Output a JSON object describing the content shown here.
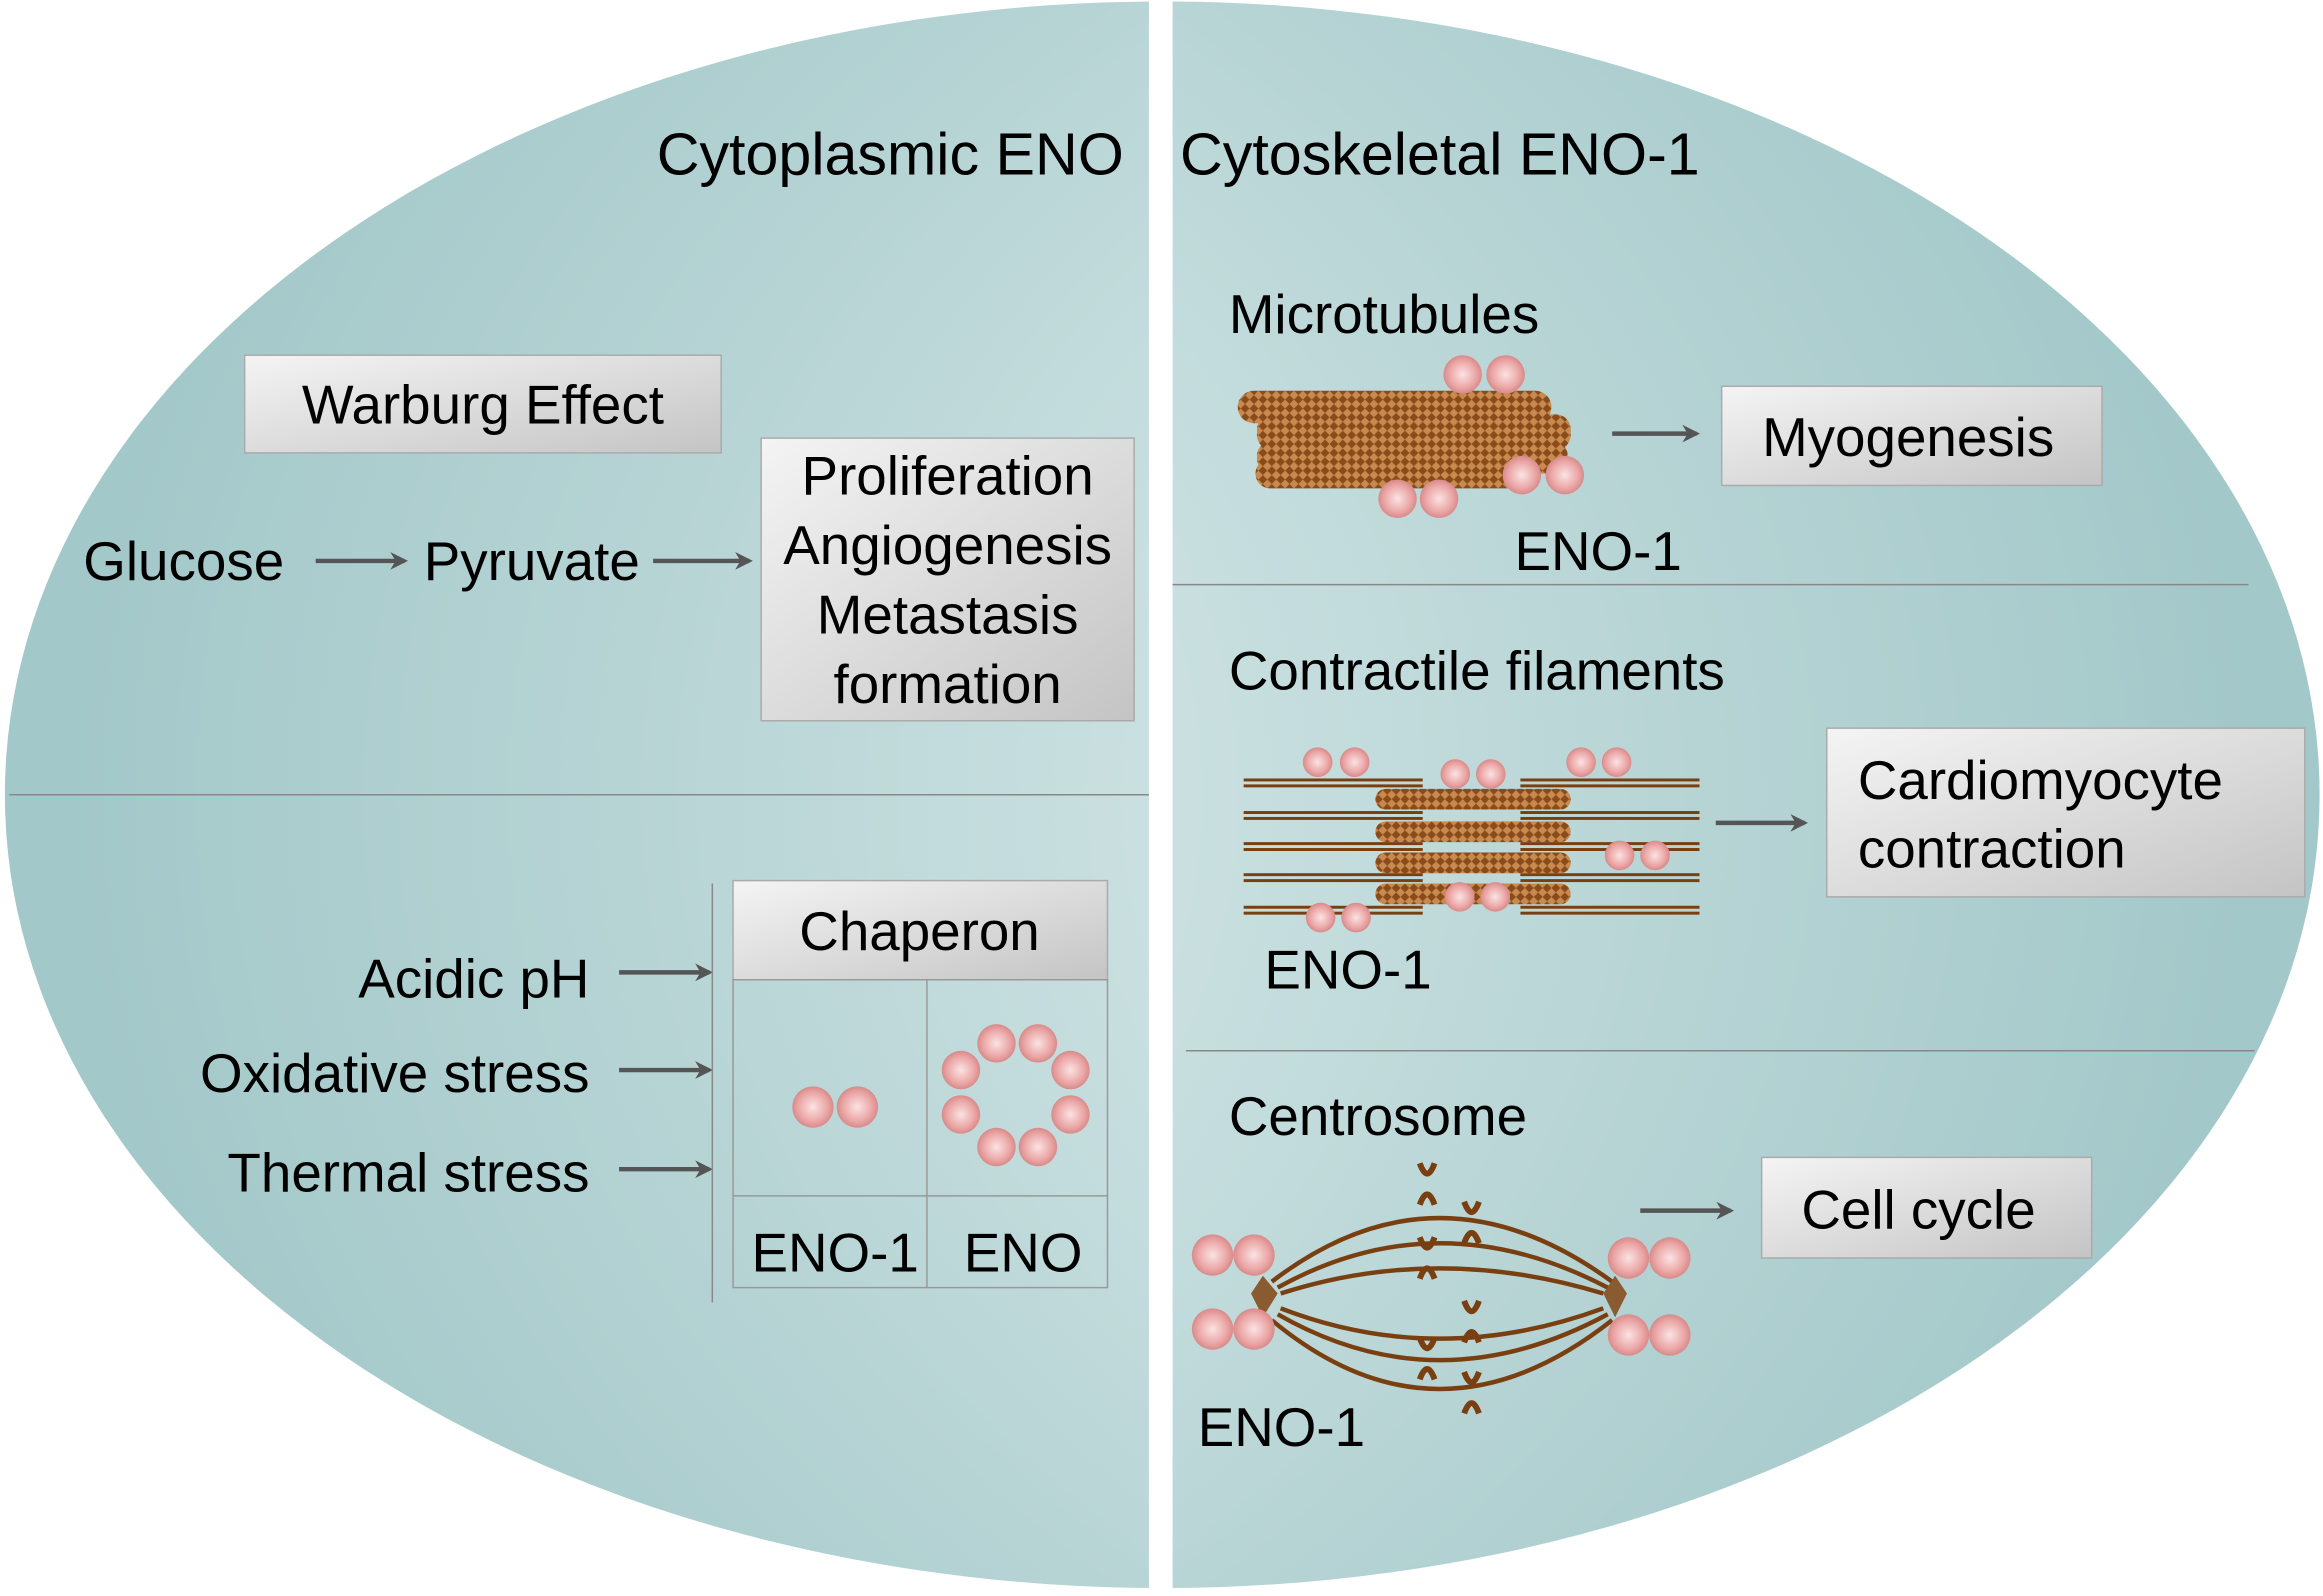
{
  "left": {
    "title": "Cytoplasmic ENO",
    "warburg": "Warburg Effect",
    "glucose": "Glucose",
    "pyruvate": "Pyruvate",
    "outcomes": [
      "Proliferation",
      "Angiogenesis",
      "Metastasis",
      "formation"
    ],
    "stresses": [
      "Acidic pH",
      "Oxidative stress",
      "Thermal stress"
    ],
    "chaperon": "Chaperon",
    "eno1": "ENO-1",
    "eno": "ENO"
  },
  "right": {
    "title": "Cytoskeletal ENO-1",
    "microtubules": "Microtubules",
    "microtubules_eno": "ENO-1",
    "myogenesis": "Myogenesis",
    "contractile": "Contractile filaments",
    "contractile_eno": "ENO-1",
    "cardio": [
      "Cardiomyocyte",
      "contraction"
    ],
    "centrosome": "Centrosome",
    "centrosome_eno": "ENO-1",
    "cell_cycle": "Cell cycle"
  },
  "colors": {
    "ellipse_center": "#f2f8f8",
    "ellipse_edge": "#a3c8c9",
    "sphere": "#e89a9a",
    "filament": "#7a3f10",
    "arrow": "#555555"
  }
}
